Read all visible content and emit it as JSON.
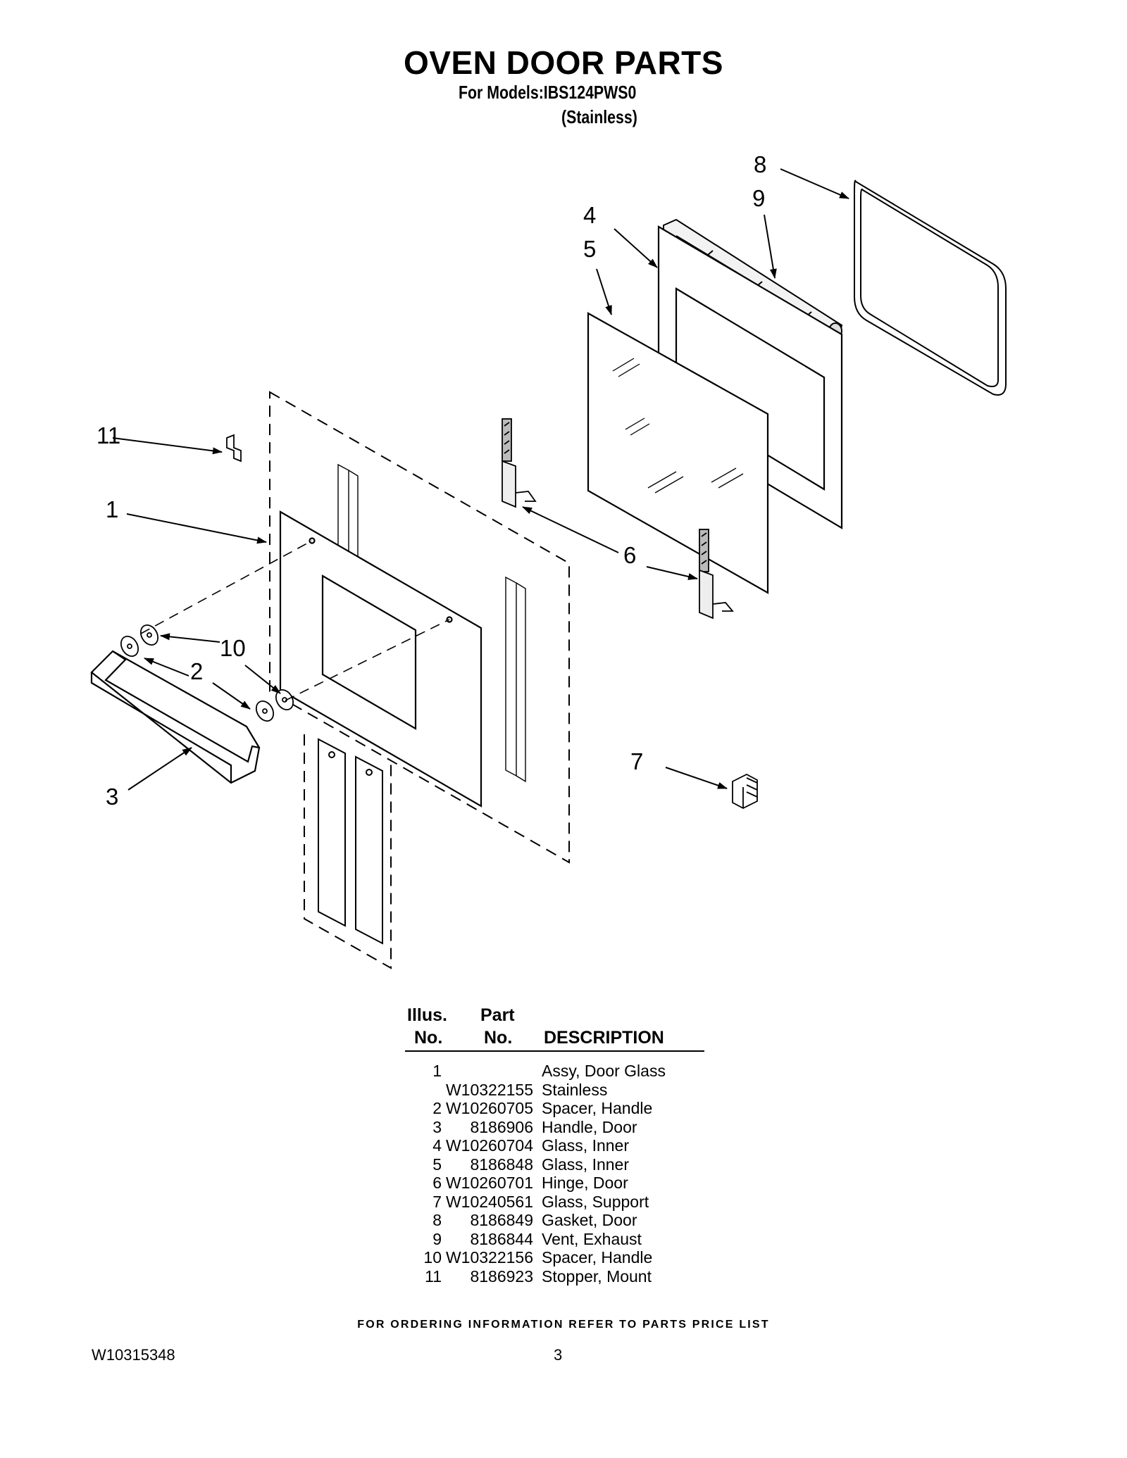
{
  "page": {
    "title": "OVEN DOOR PARTS",
    "models_line": "For Models:IBS124PWS0",
    "finish_line": "(Stainless)"
  },
  "diagram": {
    "callouts": [
      "8",
      "9",
      "4",
      "5",
      "11",
      "1",
      "6",
      "10",
      "2",
      "7",
      "3"
    ]
  },
  "parts_table": {
    "headers": {
      "illus_top": "Illus.",
      "illus_bottom": "No.",
      "part_top": "Part",
      "part_bottom": "No.",
      "description": "DESCRIPTION"
    },
    "rows": [
      {
        "illus": "1",
        "part": "",
        "description": "Assy, Door Glass"
      },
      {
        "illus": "",
        "part": "W10322155",
        "description": "Stainless"
      },
      {
        "illus": "2",
        "part": "W10260705",
        "description": "Spacer, Handle"
      },
      {
        "illus": "3",
        "part": "8186906",
        "description": "Handle, Door"
      },
      {
        "illus": "4",
        "part": "W10260704",
        "description": "Glass, Inner"
      },
      {
        "illus": "5",
        "part": "8186848",
        "description": "Glass, Inner"
      },
      {
        "illus": "6",
        "part": "W10260701",
        "description": "Hinge, Door"
      },
      {
        "illus": "7",
        "part": "W10240561",
        "description": "Glass, Support"
      },
      {
        "illus": "8",
        "part": "8186849",
        "description": "Gasket, Door"
      },
      {
        "illus": "9",
        "part": "8186844",
        "description": "Vent, Exhaust"
      },
      {
        "illus": "10",
        "part": "W10322156",
        "description": "Spacer, Handle"
      },
      {
        "illus": "11",
        "part": "8186923",
        "description": "Stopper, Mount"
      }
    ]
  },
  "footer": {
    "note": "FOR ORDERING INFORMATION REFER TO PARTS PRICE LIST",
    "doc_number": "W10315348",
    "page_number": "3"
  }
}
